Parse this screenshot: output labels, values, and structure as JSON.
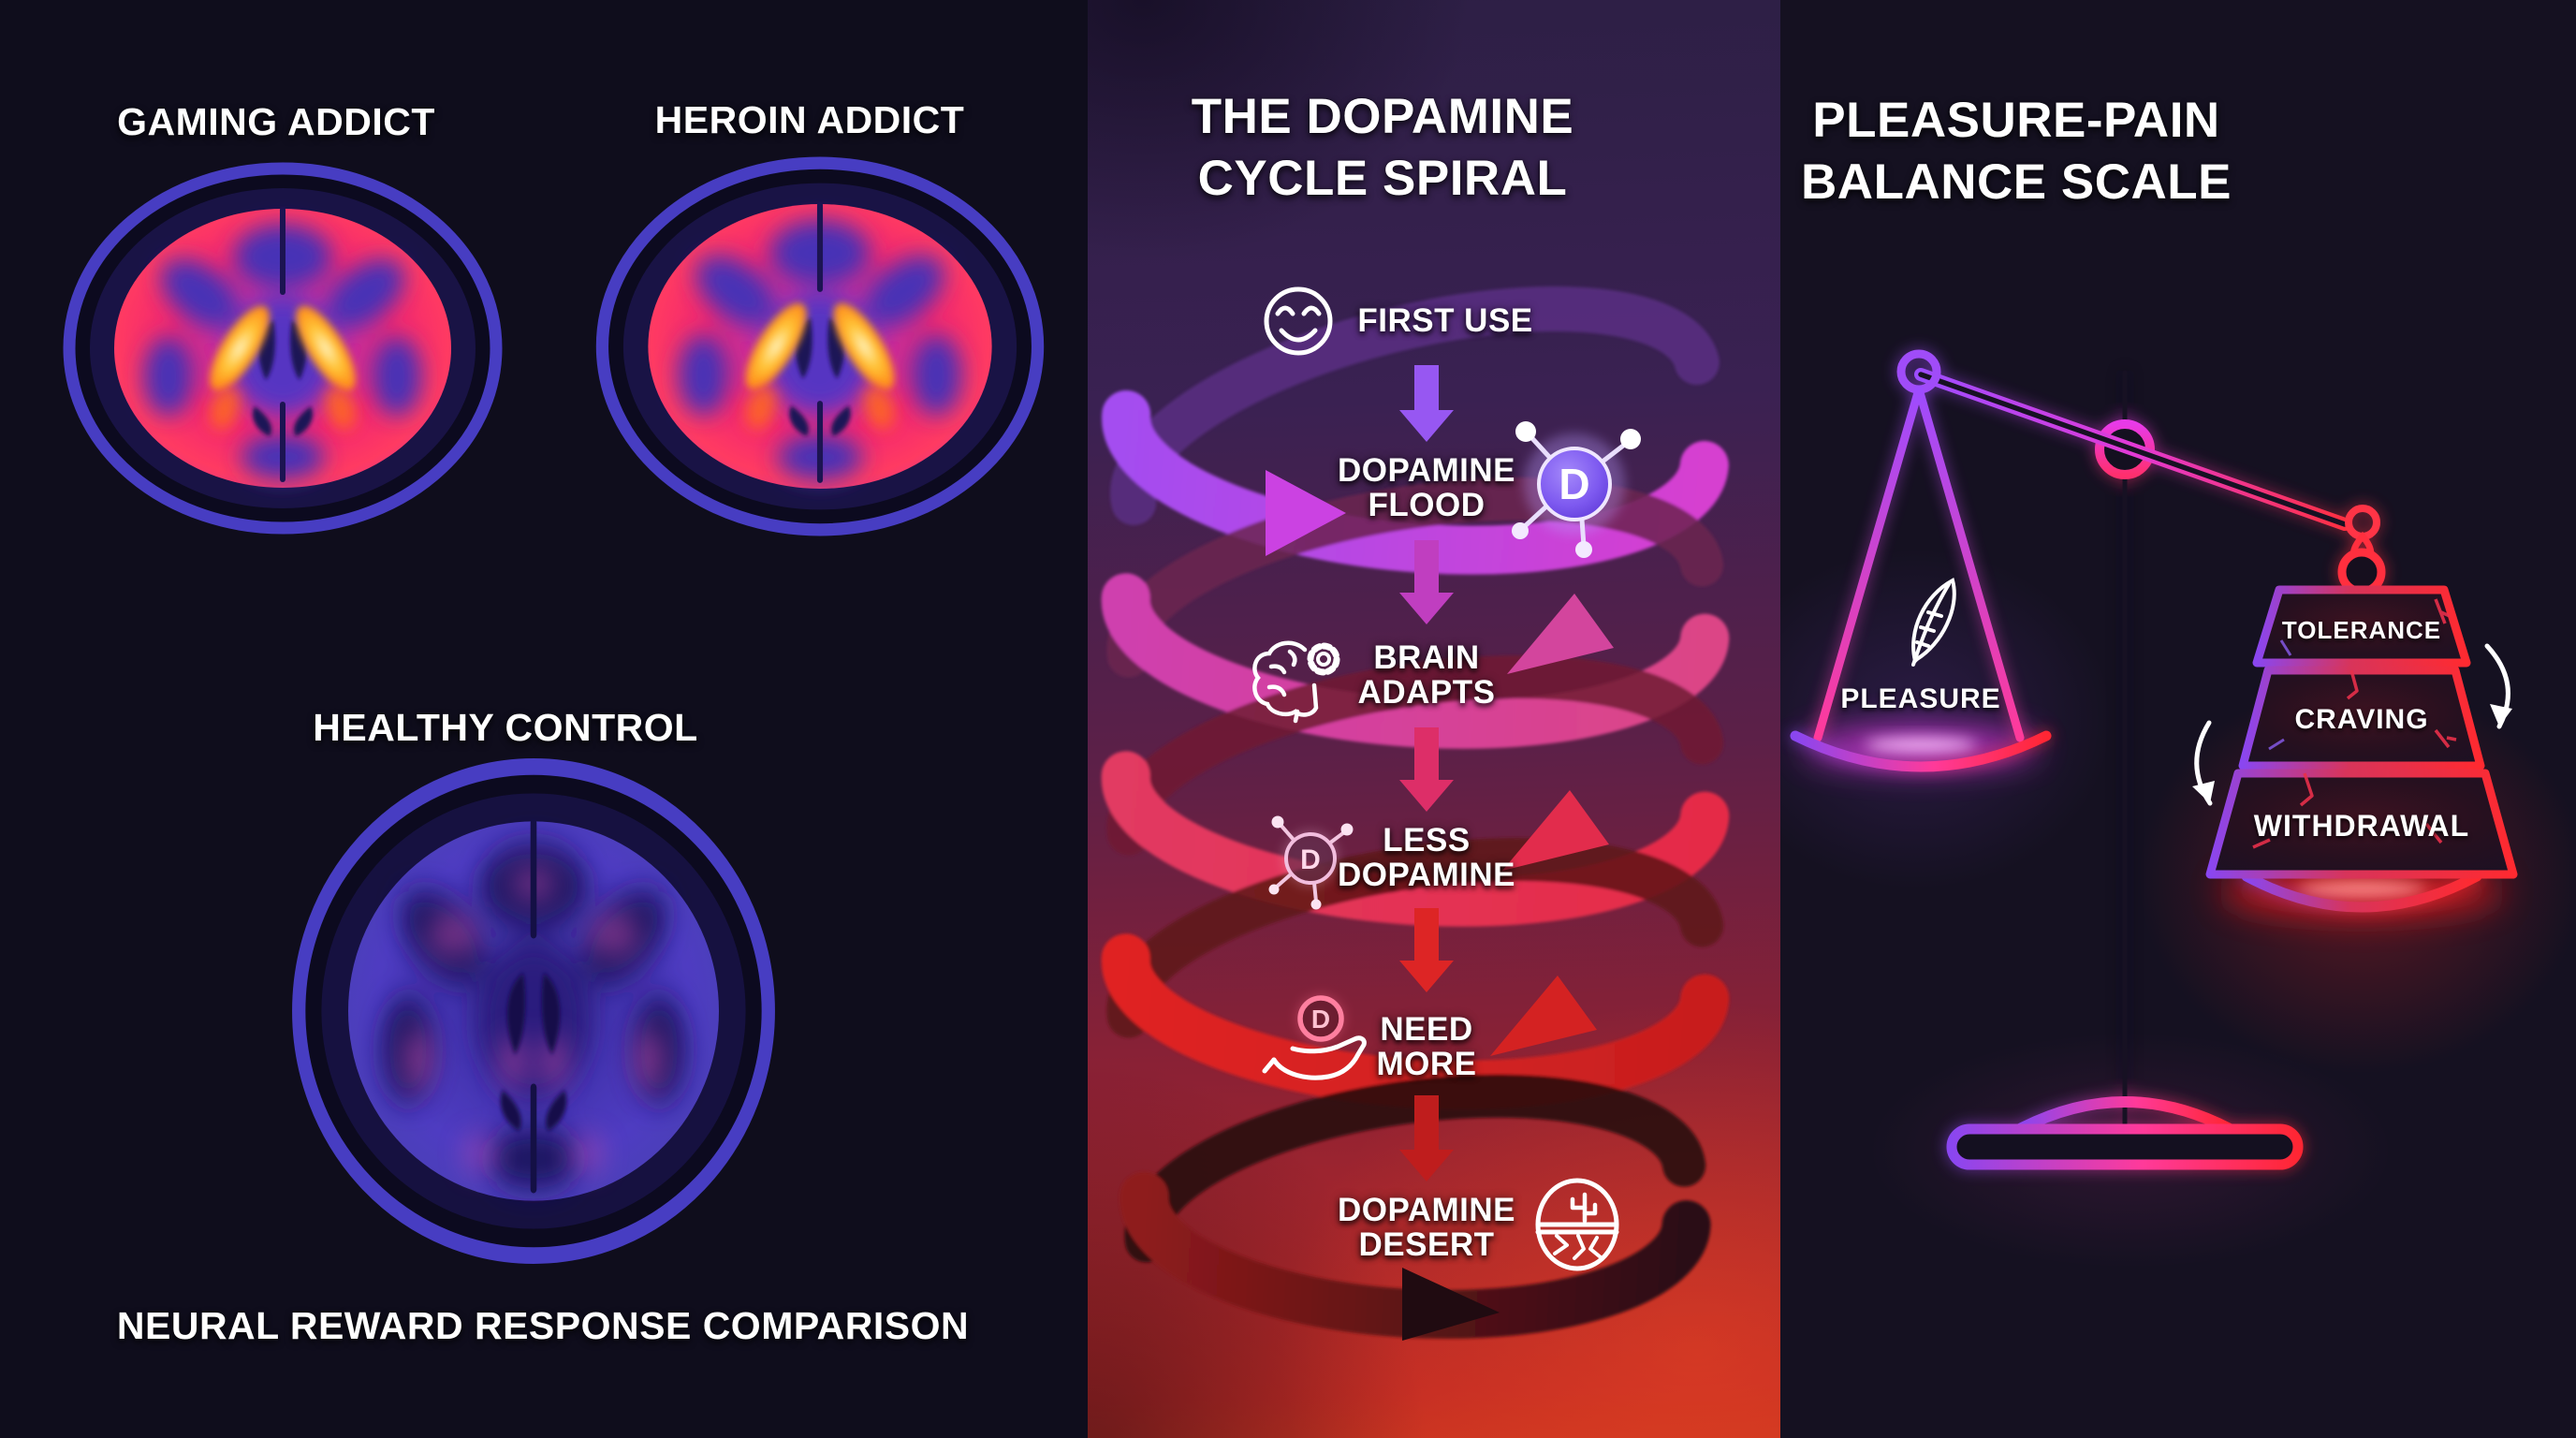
{
  "left_panel": {
    "title_gaming": "GAMING ADDICT",
    "title_heroin": "HEROIN ADDICT",
    "title_healthy": "HEALTHY CONTROL",
    "caption": "NEURAL REWARD RESPONSE COMPARISON"
  },
  "middle_panel": {
    "title_line1": "THE DOPAMINE",
    "title_line2": "CYCLE SPIRAL",
    "steps": [
      {
        "line1": "FIRST USE",
        "line2": "",
        "icon": "smiley-face-icon"
      },
      {
        "line1": "DOPAMINE",
        "line2": "FLOOD",
        "icon": "dopamine-molecule-icon"
      },
      {
        "line1": "BRAIN",
        "line2": "ADAPTS",
        "icon": "brain-gear-icon"
      },
      {
        "line1": "LESS",
        "line2": "DOPAMINE",
        "icon": "dopamine-molecule-small-icon"
      },
      {
        "line1": "NEED",
        "line2": "MORE",
        "icon": "hand-holding-dopamine-icon"
      },
      {
        "line1": "DOPAMINE",
        "line2": "DESERT",
        "icon": "cracked-desert-icon"
      }
    ]
  },
  "right_panel": {
    "title_line1": "PLEASURE-PAIN",
    "title_line2": "BALANCE SCALE",
    "pan_label": "PLEASURE",
    "pan_icon": "feather-icon",
    "weights": [
      "TOLERANCE",
      "CRAVING",
      "WITHDRAWAL"
    ]
  },
  "colors": {
    "left_bg": "#0f0d1c",
    "middle_bg_top": "#2d1f45",
    "middle_bg_bottom": "#c02b24",
    "right_bg": "#151121",
    "spiral_purple": "#a44df0",
    "spiral_magenta": "#d3459d",
    "spiral_crimson": "#e22c4c",
    "spiral_red": "#d42222",
    "spiral_dark": "#2a0d13",
    "neon_purple": "#9d4cff",
    "neon_pink": "#ff3a9a",
    "neon_red": "#ff2633",
    "skull_blue": "#473dc2",
    "hotspot_orange": "#ffb929"
  }
}
